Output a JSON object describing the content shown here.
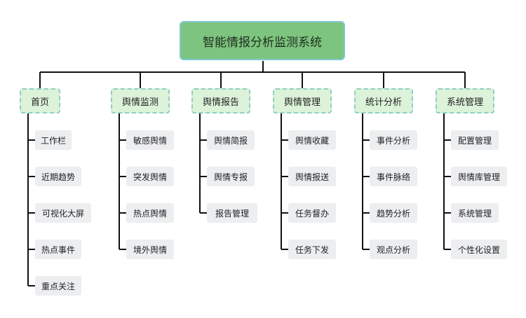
{
  "root": "智能情报分析监测系统",
  "categories": [
    {
      "label": "首页",
      "children": [
        "工作栏",
        "近期趋势",
        "可视化大屏",
        "热点事件",
        "重点关注"
      ]
    },
    {
      "label": "舆情监测",
      "children": [
        "敏感舆情",
        "突发舆情",
        "热点舆情",
        "境外舆情"
      ]
    },
    {
      "label": "舆情报告",
      "children": [
        "舆情简报",
        "舆情专报",
        "报告管理"
      ]
    },
    {
      "label": "舆情管理",
      "children": [
        "舆情收藏",
        "舆情报送",
        "任务督办",
        "任务下发"
      ]
    },
    {
      "label": "统计分析",
      "children": [
        "事件分析",
        "事件脉络",
        "趋势分析",
        "观点分析"
      ]
    },
    {
      "label": "系统管理",
      "children": [
        "配置管理",
        "舆情库管理",
        "系统管理",
        "个性化设置"
      ]
    }
  ]
}
